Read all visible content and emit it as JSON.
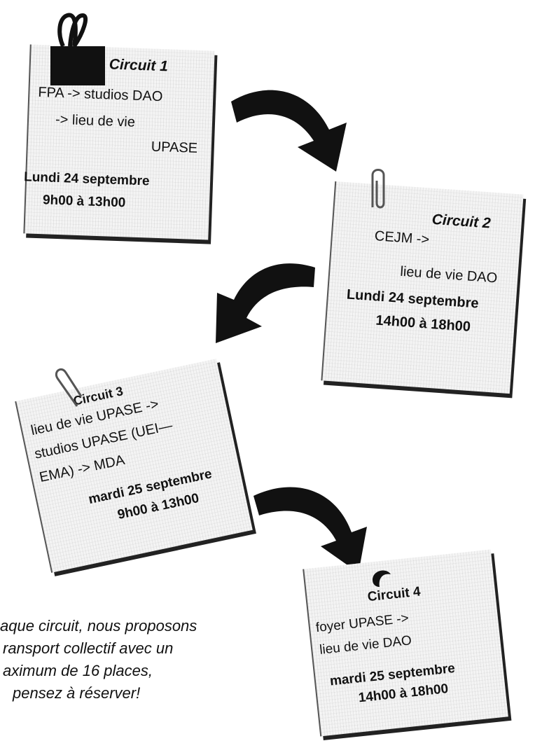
{
  "circuits": [
    {
      "title": "Circuit 1",
      "route": [
        "FPA -> studios DAO",
        "-> lieu de  vie",
        "UPASE"
      ],
      "day": "Lundi 24 septembre",
      "time": "9h00 à 13h00"
    },
    {
      "title": "Circuit 2",
      "route": [
        "CEJM ->",
        "lieu de vie DAO"
      ],
      "day": "Lundi 24 septembre",
      "time": "14h00 à 18h00"
    },
    {
      "title": "Circuit 3",
      "route": [
        "lieu de vie UPASE ->",
        "studios  UPASE (UEI—",
        "EMA) -> MDA"
      ],
      "day": "mardi 25 septembre",
      "time": "9h00 à 13h00"
    },
    {
      "title": "Circuit 4",
      "route": [
        "foyer UPASE    ->",
        "lieu de vie DAO"
      ],
      "day": "mardi 25 septembre",
      "time": "14h00 à 18h00"
    }
  ],
  "caption": [
    "aque circuit, nous proposons",
    "ransport collectif avec un",
    "aximum de 16 places,",
    "pensez à réserver!"
  ]
}
